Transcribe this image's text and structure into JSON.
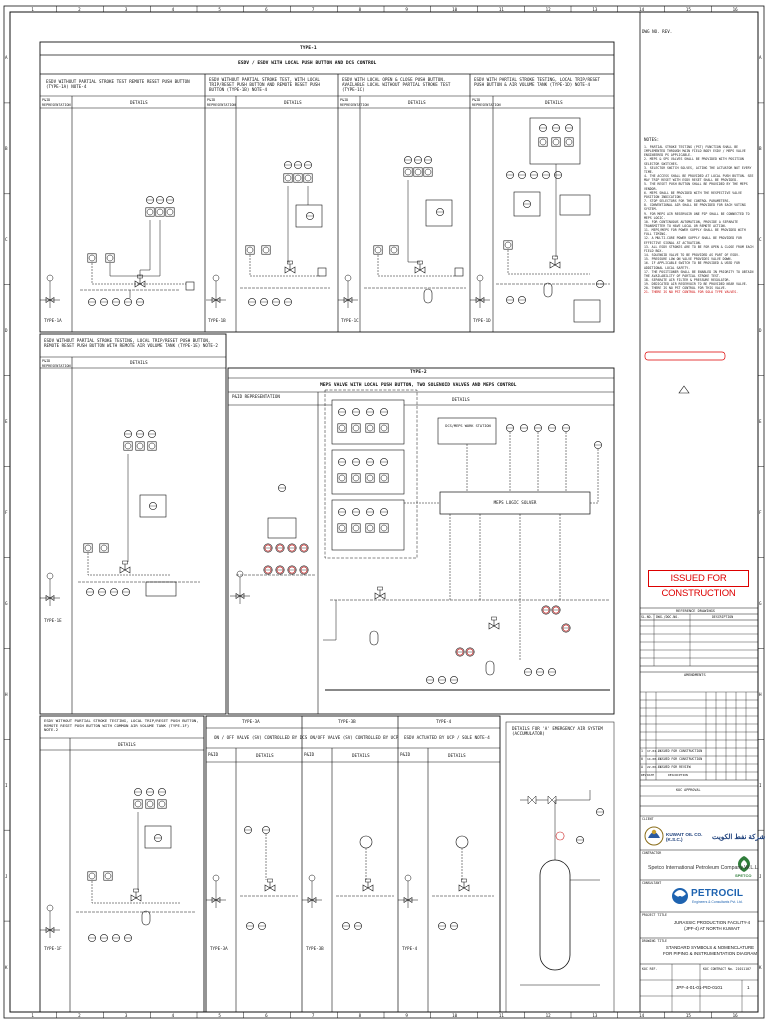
{
  "sheet": {
    "border_cols": [
      "1",
      "2",
      "3",
      "4",
      "5",
      "6",
      "7",
      "8",
      "9",
      "10",
      "11",
      "12",
      "13",
      "14",
      "15",
      "16"
    ],
    "border_rows": [
      "A",
      "B",
      "C",
      "D",
      "E",
      "F",
      "G",
      "H",
      "I",
      "J",
      "K"
    ],
    "top_right_label": "DWG NO. REV."
  },
  "type1": {
    "title": "TYPE-1",
    "subtitle": "ESDV / ESDV WITH LOCAL PUSH BUTTON AND DCS CONTROL",
    "panels": [
      {
        "heading": "ESDV WITHOUT PARTIAL STROKE TEST REMOTE RESET PUSH BUTTON (TYPE-1A) NOTE-4",
        "tag": "TYPE-1A"
      },
      {
        "heading": "ESDV WITHOUT PARTIAL STROKE TEST, WITH LOCAL TRIP/RESET PUSH BUTTON AND REMOTE RESET PUSH BUTTON (TYPE-1B) NOTE-4",
        "tag": "TYPE-1B"
      },
      {
        "heading": "ESDV WITH LOCAL OPEN & CLOSE PUSH BUTTON. AVAILABLE LOCAL WITHOUT PARTIAL STROKE TEST (TYPE-1C)",
        "tag": "TYPE-1C"
      },
      {
        "heading": "ESDV WITH PARTIAL STROKE TESTING, LOCAL TRIP/RESET PUSH BUTTON & AIR VOLUME TANK (TYPE-1D) NOTE-4",
        "tag": "TYPE-1D"
      }
    ],
    "col_pid": "P&ID REPRESENTATION",
    "col_details": "DETAILS"
  },
  "type1e": {
    "heading": "ESDV WITHOUT PARTIAL STROKE TESTING, LOCAL TRIP/RESET PUSH BUTTON, REMOTE RESET PUSH BUTTON WITH REMOTE AIR VOLUME TANK (TYPE-1E) NOTE-2",
    "tag": "TYPE-1E",
    "col_details": "DETAILS",
    "col_pid": "P&ID REPRESENTATION"
  },
  "type2": {
    "title": "TYPE-2",
    "subtitle": "MEPS VALVE WITH LOCAL PUSH BUTTON, TWO SOLENOID VALVES AND MEPS CONTROL",
    "col_pid": "P&ID REPRESENTATION",
    "col_details": "DETAILS",
    "center_label": "MEPS LOGIC SOLVER",
    "station_label": "DCS/MEPS WORK STATION"
  },
  "type1f": {
    "heading": "ESDV WITHOUT PARTIAL STROKE TESTING, LOCAL TRIP/RESET PUSH BUTTON, REMOTE RESET PUSH BUTTON WITH COMMON AIR VOLUME TANK (TYPE-1F) NOTE-2",
    "tag": "TYPE-1F",
    "col_details": "DETAILS"
  },
  "type3a": {
    "title": "TYPE-3A",
    "subtitle": "ON / OFF VALVE (SV) CONTROLLED BY DCS",
    "tag": "TYPE-3A",
    "col_pid": "P&ID",
    "col_details": "DETAILS"
  },
  "type3b": {
    "title": "TYPE-3B",
    "subtitle": "ON/OFF VALVE (SV) CONTROLLED BY UCP",
    "tag": "TYPE-3B",
    "col_pid": "P&ID",
    "col_details": "DETAILS"
  },
  "type4": {
    "title": "TYPE-4",
    "subtitle": "ESDV ACTUATED BY UCP / SOLE NOTE-4",
    "tag": "TYPE-4",
    "col_pid": "P&ID",
    "col_details": "DETAILS"
  },
  "details_a": {
    "title": "DETAILS FOR 'A' EMERGENCY AIR SYSTEM (ACCUMULATOR)"
  },
  "notes": {
    "title": "NOTES:",
    "items": [
      "1.  PARTIAL STROKE TESTING (PST) FUNCTION SHALL BE IMPLEMENTED THROUGH MAIN FIELD BODY ESDV / MEPS VALVE ENGINEERED PS APPLICABLE.",
      "2.  MEPS & SPS VALVES SHALL BE PROVIDED WITH POSITION SELECTOR SWITCHES.",
      "3.  SELECTOR SWITCH SOLVES, ACTING THE ACTUATOR NOT EVERY TIME.",
      "4.  THE ACCESS SHALL BE PROVIDED AT LOCAL PUSH BUTTON. SEE MAY TRIP RESET WITH ESDV RESET SHALL BE PROVIDED.",
      "5.  THE RESET PUSH BUTTON SHALL BE PROVIDED BY THE MEPS VENDOR.",
      "6.  MEPS SHALL BE PROVIDED WITH THE RESPECTIVE VALVE POSITION INDICATION.",
      "7.  STOP SELECTORS FOR THE CONTROL PARAMETERS.",
      "8.  CONVENTIONAL AIR SHALL BE PROVIDED FOR EACH VOTING SYSTEM.",
      "9.  FOR MEPS AIR RESERVOIR ONE PIP SHALL BE CONNECTED TO MEPS LOGIC.",
      "10. FOR CONTINUOUS AUTOMATION, PROVIDE A SEPARATE TRANSMITTER TO HAVE LOCAL OR REMOTE ACTION.",
      "11. MEPS/MEPS FOR POWER SUPPLY SHALL BE PROVIDED WITH FULL TIMING.",
      "12. A MULTI-CORE POWER SUPPLY SHALL BE PROVIDED FOR EFFECTIVE SIGNAL AT ACTUATION.",
      "13. ALL ESDV STROKES ARE TO BE FOR OPEN & CLOSE FROM EACH FIELD BOX.",
      "14. SOLENOID VALVE TO BE PROVIDED AS PART OF ESDV.",
      "15. PRESSURE LOW ON VALVE PROVIDES VALVE DOWN.",
      "16. IF APPLICABLE SWITCH TO BE PROVIDED & USED FOR ADDITIONAL LOCAL SAFETY.",
      "17. THE POSITIONER SHALL BE ENABLED IN PRIORITY TO OBTAIN THE AVAILABILITY OF PARTIAL STROKE TEST.",
      "18. SEPARATE AIR FILTER & PRESSURE REGULATOR.",
      "19. DEDICATED AIR RESERVOIR TO BE PROVIDED NEAR VALVE.",
      "20. THERE IS NO PST CONTROL FOR THIS VALVE.",
      "21. THERE IS NO PST CONTROL FOR SOLA TYPE VALVES."
    ]
  },
  "stamp": {
    "text": "ISSUED FOR CONSTRUCTION"
  },
  "title_block": {
    "ref_drawings": "REFERENCE DRAWINGS",
    "ref_headers": [
      "SL.NO.",
      "DWG./DOC.NO.",
      "DESCRIPTION"
    ],
    "amendments": "AMENDMENTS",
    "rev_headers": [
      "REV",
      "DATE",
      "DESCRIPTION",
      "DRN",
      "CHKD",
      "APPD",
      "KOC"
    ],
    "revisions": [
      {
        "rev": "1",
        "date": "17-04-21",
        "desc": "ISSUED FOR CONSTRUCTION"
      },
      {
        "rev": "0",
        "date": "14-08-19",
        "desc": "ISSUED FOR CONSTRUCTION"
      },
      {
        "rev": "A",
        "date": "22-06-19",
        "desc": "ISSUED FOR REVIEW"
      }
    ],
    "koc_approval": "KOC APPROVAL",
    "client_label": "CLIENT",
    "client_en": "KUWAIT OIL CO. (K.S.C.)",
    "client_ar": "شركة نفط الكويت",
    "contractor_label": "CONTRACTOR",
    "contractor": "Spetco International Petroleum Company W.L.L.",
    "spetco": "SPETCO",
    "consultant_label": "CONSULTANT",
    "petrocil": "PETROCIL",
    "petrocil_sub": "Engineers & Consultants Pvt. Ltd.",
    "project_label": "PROJECT TITLE",
    "project": "JURASSIC PRODUCTION FACILITY-4 (JPF-4) AT NORTH KUWAIT",
    "drawing_label": "DRAWING TITLE",
    "drawing_title": "STANDARD SYMBOLS & NOMENCLATURE FOR PIPING & INSTRUMENTATION DIAGRAM",
    "koc_ref": "KOC REF.",
    "contract_no": "KOC CONTRACT No. 21011107",
    "doc_no": "JPF-4-01-01-PID-0101",
    "rev_val": "1"
  }
}
